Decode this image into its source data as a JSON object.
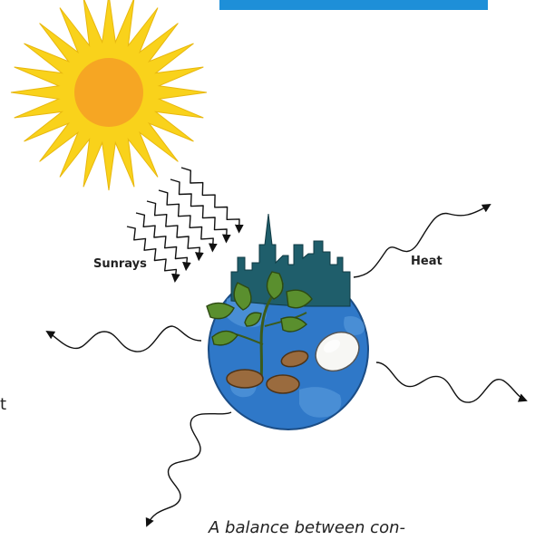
{
  "labels": {
    "sunrays": "Sunrays",
    "heat": "Heat"
  },
  "caption": "A balance between con-",
  "left_edge_fragment": "t",
  "colors": {
    "top_bar": "#1e8fd8",
    "sun_rays": "#f9d21b",
    "sun_core": "#f6a623",
    "earth": "#2f78c8",
    "city": "#1f5e6b",
    "leaves": "#5a8f2e",
    "seeds": "#9a6b3e",
    "egg": "#f7f7f4"
  },
  "icons": [
    "sun-icon",
    "earth-icon",
    "city-skyline-icon",
    "plant-icon",
    "seed-icon",
    "egg-icon",
    "wavy-arrow-icon"
  ]
}
